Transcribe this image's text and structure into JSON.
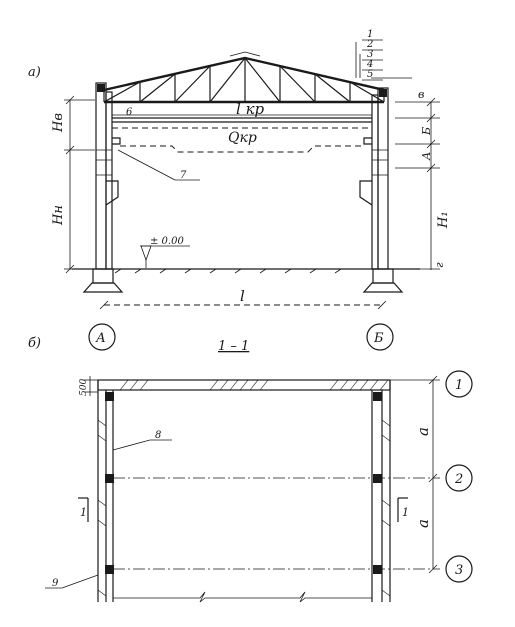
{
  "section_a": {
    "label": "а)",
    "dims": {
      "h_b": "Hв",
      "h_n": "Hн",
      "h_1": "H₁",
      "l_kr": "l кр",
      "q_kr": "Qкр",
      "l": "l"
    },
    "elevation": "± 0.00",
    "callouts": {
      "top_stack": [
        "1",
        "2",
        "3",
        "4",
        "5"
      ],
      "n6": "6",
      "n7": "7",
      "right_b": "в",
      "right_B": "Б",
      "right_A": "А",
      "right_r": "г"
    },
    "axes": [
      "А",
      "Б"
    ],
    "section_label": "1 – 1"
  },
  "section_b": {
    "label": "б)",
    "dim_500": "500",
    "dim_a": "а",
    "callout_8": "8",
    "callout_9": "9",
    "cut_mark": "1",
    "axes": [
      "1",
      "2",
      "3"
    ]
  }
}
